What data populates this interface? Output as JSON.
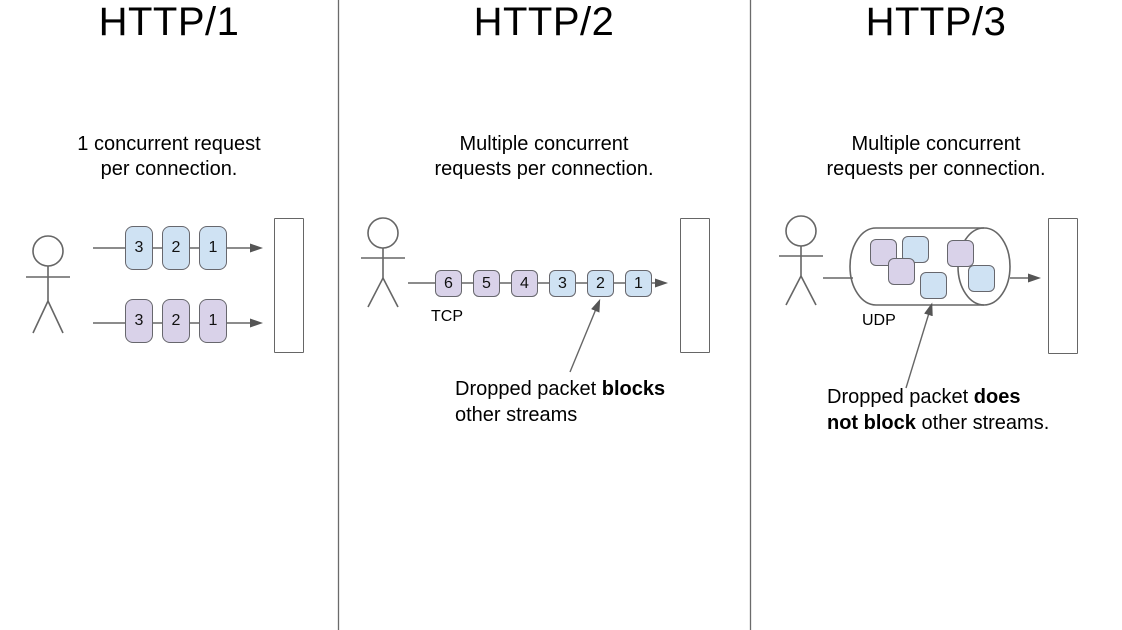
{
  "panels": [
    {
      "title": "HTTP/1",
      "subtitle": [
        "1 concurrent request",
        "per connection."
      ],
      "rows": [
        {
          "color_name": "blue",
          "packets": [
            "3",
            "2",
            "1"
          ]
        },
        {
          "color_name": "purple",
          "packets": [
            "3",
            "2",
            "1"
          ]
        }
      ]
    },
    {
      "title": "HTTP/2",
      "subtitle": [
        "Multiple concurrent",
        "requests per connection."
      ],
      "protocol": "TCP",
      "packets": [
        {
          "label": "6",
          "color_name": "purple"
        },
        {
          "label": "5",
          "color_name": "purple"
        },
        {
          "label": "4",
          "color_name": "purple"
        },
        {
          "label": "3",
          "color_name": "blue"
        },
        {
          "label": "2",
          "color_name": "blue"
        },
        {
          "label": "1",
          "color_name": "blue"
        }
      ],
      "annotation": {
        "l1a": "Dropped packet ",
        "l1b": "blocks",
        "l2a": "other streams"
      }
    },
    {
      "title": "HTTP/3",
      "subtitle": [
        "Multiple concurrent",
        "requests per connection."
      ],
      "protocol": "UDP",
      "annotation": {
        "l1a": "Dropped packet ",
        "l1b": "does",
        "l2b": "not block",
        "l2a": " other streams."
      }
    }
  ],
  "colors": {
    "packet_blue": "#cfe2f3",
    "packet_purple": "#d9d2e9",
    "stroke_gray": "#666666",
    "background": "#ffffff"
  }
}
